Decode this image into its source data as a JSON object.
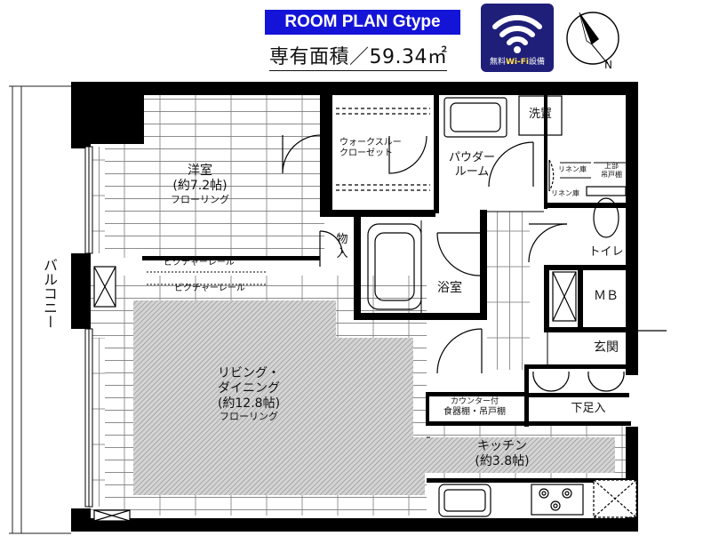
{
  "header": {
    "title": "ROOM PLAN  Gtype",
    "area_label": "専有面積／59.34㎡",
    "wifi_badge": {
      "prefix": "無料",
      "brand": "Wi-Fi",
      "suffix": "設備"
    },
    "compass_north": "N"
  },
  "rooms": {
    "western_room": {
      "name": "洋室",
      "size": "(約7.2帖)",
      "floor": "フローリング"
    },
    "walk_through_closet": {
      "line1": "ウォークスルー",
      "line2": "クローゼット"
    },
    "powder_room": {
      "line1": "パウダー",
      "line2": "ルーム"
    },
    "laundry": "洗置",
    "linen_shelf": "リネン庫",
    "upper_cabinet": {
      "line1": "上部",
      "line2": "吊戸棚"
    },
    "linen_storage": "リネン庫",
    "toilet": "トイレ",
    "storage": {
      "line1": "物",
      "line2": "入"
    },
    "picture_rail_1": "ピクチャーレール",
    "picture_rail_2": "ピクチャーレール",
    "bathroom": "浴室",
    "meter_box": "ＭＢ",
    "entrance": "玄関",
    "shoe_cabinet": "下足入",
    "counter_cabinet": {
      "line1": "カウンター付",
      "line2": "食器棚・吊戸棚"
    },
    "living_dining": {
      "line1": "リビング・",
      "line2": "ダイニング",
      "size": "(約12.8帖)",
      "floor": "フローリング"
    },
    "kitchen": {
      "name": "キッチン",
      "size": "(約3.8帖)"
    },
    "balcony": "バルコニー"
  },
  "colors": {
    "wall": "#000000",
    "title_bg": "#1414d8",
    "wifi_bg": "#1f1f7a",
    "wifi_accent": "#ffe14a",
    "hatch": "#9a9a9a"
  }
}
